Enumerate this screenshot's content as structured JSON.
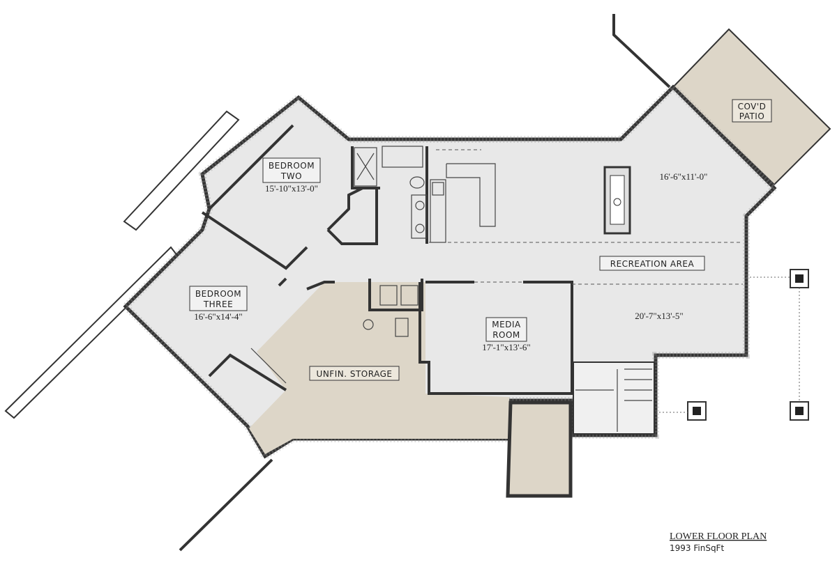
{
  "plan": {
    "title": "LOWER FLOOR PLAN",
    "area": "1993 FinSqFt",
    "colors": {
      "floor": "#e8e8e8",
      "unfinished": "#ddd6c8",
      "wall": "#333333"
    }
  },
  "rooms": {
    "bedroom_two": {
      "line1": "BEDROOM",
      "line2": "TWO",
      "size": "15'-10\"x13'-0\""
    },
    "bedroom_three": {
      "line1": "BEDROOM",
      "line2": "THREE",
      "size": "16'-6\"x14'-4\""
    },
    "storage": {
      "label": "UNFIN. STORAGE"
    },
    "media": {
      "line1": "MEDIA",
      "line2": "ROOM",
      "size": "17'-1\"x13'-6\""
    },
    "recreation": {
      "label": "RECREATION AREA",
      "size_upper": "16'-6\"x11'-0\"",
      "size_lower": "20'-7\"x13'-5\""
    },
    "patio": {
      "line1": "COV'D",
      "line2": "PATIO"
    }
  }
}
